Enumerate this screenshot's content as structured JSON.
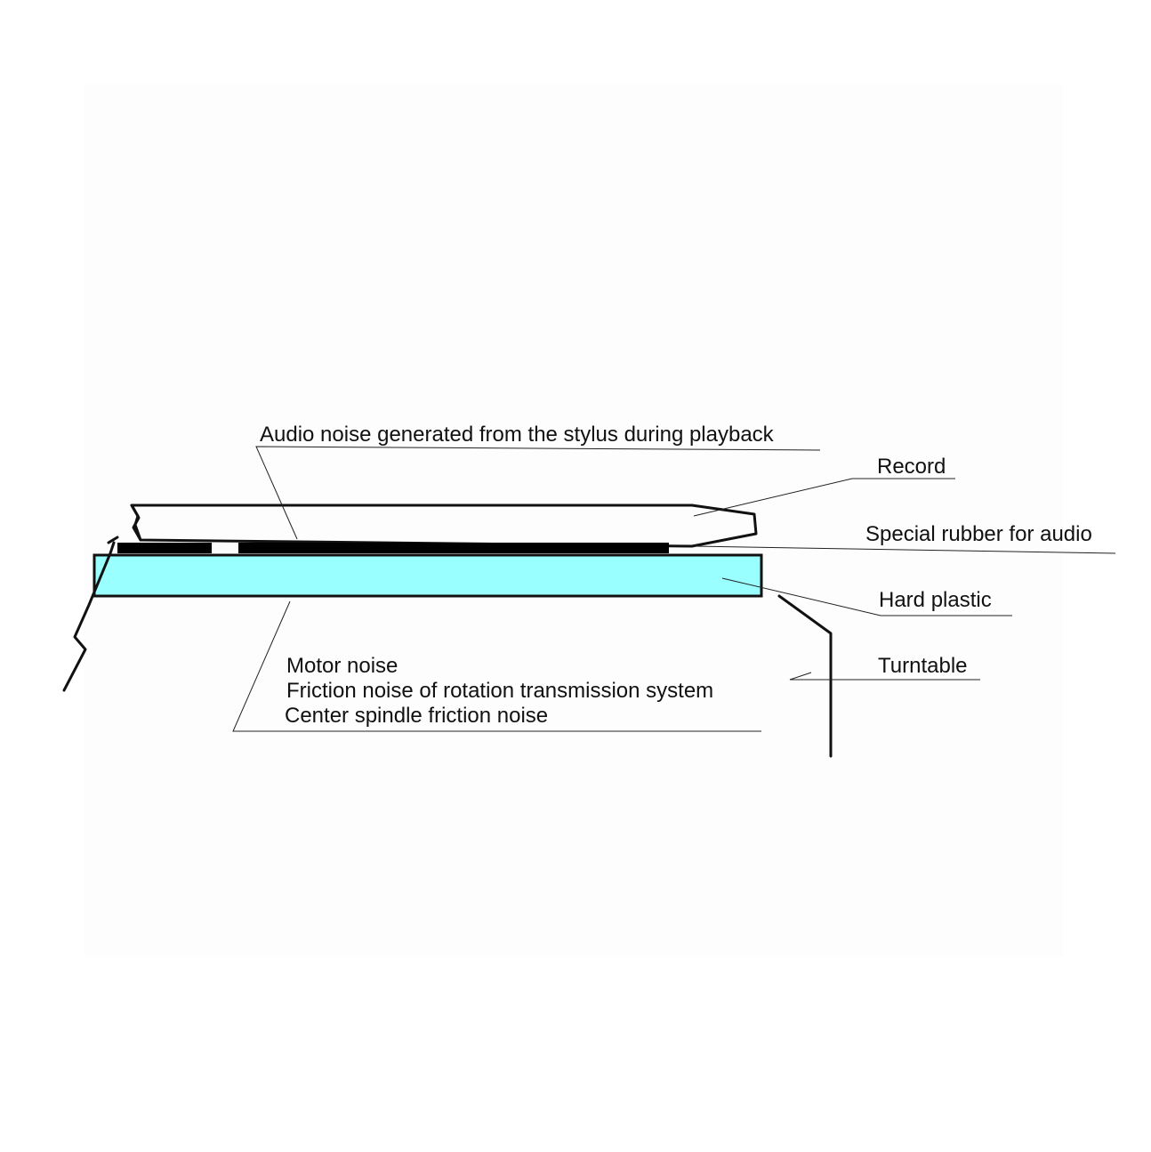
{
  "labels": {
    "stylus_noise": "Audio noise generated from the stylus during playback",
    "record": "Record",
    "rubber": "Special rubber for audio",
    "hard_plastic": "Hard plastic",
    "turntable": "Turntable",
    "motor_noise": "Motor noise",
    "friction_noise": "Friction noise of rotation transmission system",
    "spindle_noise": "Center spindle friction noise"
  },
  "colors": {
    "hard_plastic_fill": "#99FFFF",
    "rubber_fill": "#000000",
    "outline": "#111111"
  }
}
